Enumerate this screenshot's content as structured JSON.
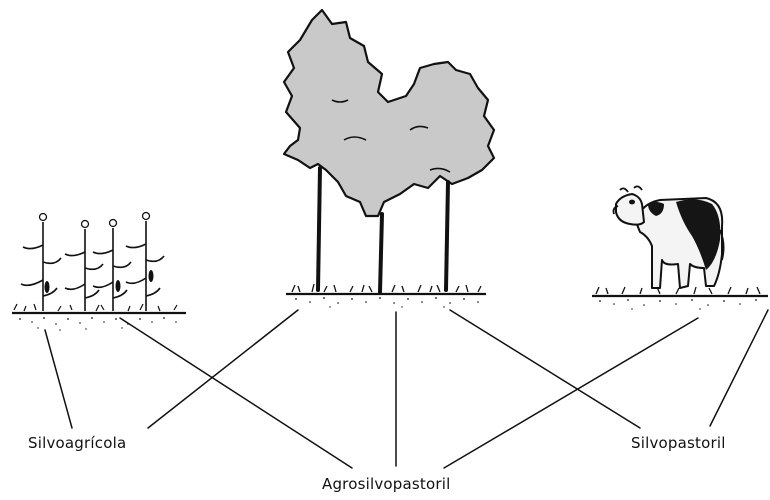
{
  "labels": {
    "silvoagricola": "Silvoagrícola",
    "agrosilvopastoril": "Agrosilvopastoril",
    "silvopastoril": "Silvopastoril"
  },
  "colors": {
    "ink": "#111111",
    "canopy": "#c9c9c9",
    "cow_white": "#f4f4f4",
    "cow_black": "#151515"
  },
  "icons": {
    "crops": "maize-plants-icon",
    "trees": "tree-group-icon",
    "animal": "cow-icon"
  }
}
